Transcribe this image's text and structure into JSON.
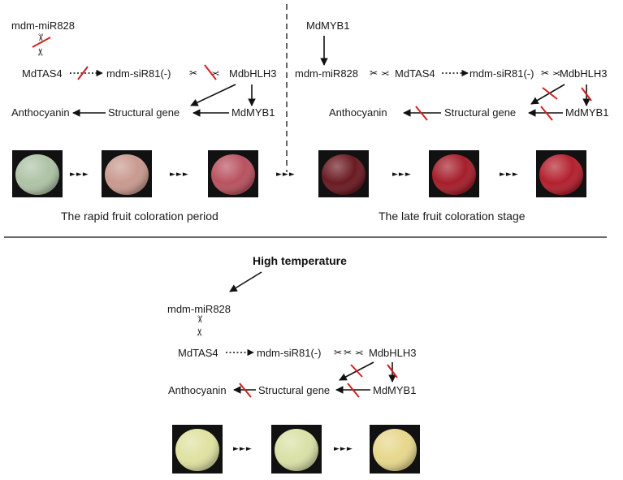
{
  "labels": {
    "mir828": "mdm-miR828",
    "tas4": "MdTAS4",
    "sir81": "mdm-siR81(-)",
    "bhlh3": "MdbHLH3",
    "myb1": "MdMYB1",
    "structural": "Structural gene",
    "anthocyanin": "Anthocyanin"
  },
  "captions": {
    "rapid": "The rapid fruit coloration period",
    "late": "The late fruit coloration stage",
    "heat": "High temperature"
  },
  "symbols": {
    "scissors": "✂",
    "continuation": "►►►"
  },
  "colors": {
    "inhibition": "#d42020",
    "arrow": "#111111",
    "photo_background": "#111111",
    "apple_green": "#aec3a6",
    "apple_pink": "#c99a8f",
    "apple_red": "#b8525f",
    "apple_dark_red": "#6a1a22",
    "apple_crimson": "#a51e2b",
    "apple_bright_red": "#b3202d",
    "apple_pale_yellow": "#dfe2a1",
    "apple_pale_green": "#d9e1a6",
    "apple_yellow": "#e7d78c"
  },
  "fruit_rows": {
    "top": [
      "apple_green",
      "apple_pink",
      "apple_red",
      "apple_dark_red",
      "apple_crimson",
      "apple_bright_red"
    ],
    "bottom": [
      "apple_pale_yellow",
      "apple_pale_green",
      "apple_yellow"
    ]
  }
}
